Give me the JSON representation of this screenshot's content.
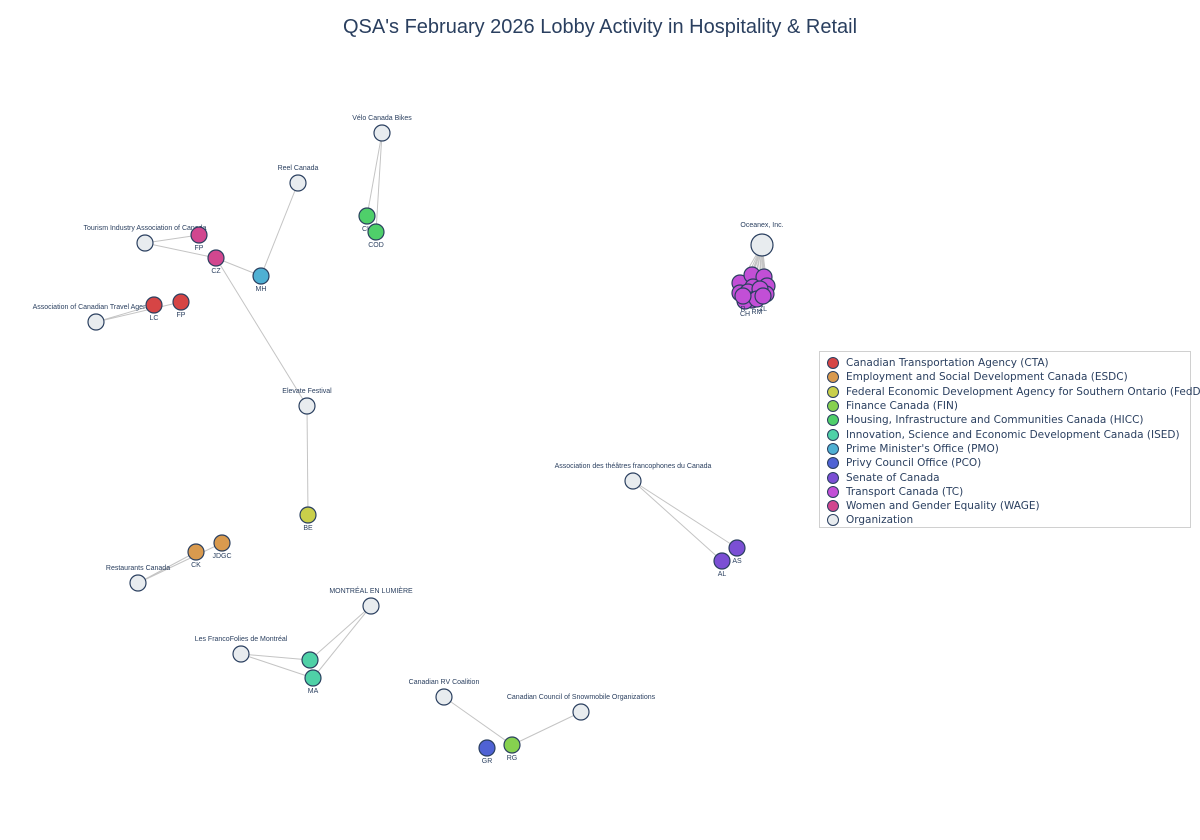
{
  "title": "QSA's February 2026 Lobby Activity in Hospitality & Retail",
  "legend": {
    "items": [
      {
        "label": "Canadian Transportation Agency (CTA)",
        "color": "#d64545"
      },
      {
        "label": "Employment and Social Development Canada (ESDC)",
        "color": "#d99a4e"
      },
      {
        "label": "Federal Economic Development Agency for Southern Ontario (FedDev)",
        "color": "#c9cf4a"
      },
      {
        "label": "Finance Canada (FIN)",
        "color": "#86d14f"
      },
      {
        "label": "Housing, Infrastructure and Communities Canada (HICC)",
        "color": "#4fcf6a"
      },
      {
        "label": "Innovation, Science and Economic Development Canada (ISED)",
        "color": "#4fd1a7"
      },
      {
        "label": "Prime Minister's Office (PMO)",
        "color": "#4fb0d3"
      },
      {
        "label": "Privy Council Office (PCO)",
        "color": "#4f62d4"
      },
      {
        "label": "Senate of Canada",
        "color": "#7b4fd4"
      },
      {
        "label": "Transport Canada (TC)",
        "color": "#c24fd6"
      },
      {
        "label": "Women and Gender Equality (WAGE)",
        "color": "#d1478f"
      },
      {
        "label": "Organization",
        "color": "#e8ecef"
      }
    ]
  },
  "graph": {
    "nodes": [
      {
        "id": "o_velo",
        "label": "Vélo Canada Bikes",
        "type": "Organization"
      },
      {
        "id": "o_reel",
        "label": "Reel Canada",
        "type": "Organization"
      },
      {
        "id": "o_tiac",
        "label": "Tourism Industry Association of Canada",
        "type": "Organization"
      },
      {
        "id": "o_actra",
        "label": "Association of Canadian Travel Agencies",
        "type": "Organization"
      },
      {
        "id": "o_elevate",
        "label": "Elevate Festival",
        "type": "Organization"
      },
      {
        "id": "o_oceanex",
        "label": "Oceanex, Inc.",
        "type": "Organization"
      },
      {
        "id": "o_atfc",
        "label": "Association des théâtres francophones du Canada",
        "type": "Organization"
      },
      {
        "id": "o_rest",
        "label": "Restaurants Canada",
        "type": "Organization"
      },
      {
        "id": "o_mtl",
        "label": "MONTRÉAL EN LUMIÈRE",
        "type": "Organization"
      },
      {
        "id": "o_franco",
        "label": "Les FrancoFolies de Montréal",
        "type": "Organization"
      },
      {
        "id": "o_rv",
        "label": "Canadian RV Coalition",
        "type": "Organization"
      },
      {
        "id": "o_snow",
        "label": "Canadian Council of Snowmobile Organizations",
        "type": "Organization"
      },
      {
        "id": "p_ch1",
        "label": "CH",
        "type": "Housing, Infrastructure and Communities Canada (HICC)"
      },
      {
        "id": "p_cod",
        "label": "COD",
        "type": "Housing, Infrastructure and Communities Canada (HICC)"
      },
      {
        "id": "p_fp1",
        "label": "FP",
        "type": "Women and Gender Equality (WAGE)"
      },
      {
        "id": "p_cz",
        "label": "CZ",
        "type": "Women and Gender Equality (WAGE)"
      },
      {
        "id": "p_mh",
        "label": "MH",
        "type": "Prime Minister's Office (PMO)"
      },
      {
        "id": "p_lc",
        "label": "LC",
        "type": "Canadian Transportation Agency (CTA)"
      },
      {
        "id": "p_fp2",
        "label": "FP",
        "type": "Canadian Transportation Agency (CTA)"
      },
      {
        "id": "p_be",
        "label": "BE",
        "type": "Federal Economic Development Agency for Southern Ontario (FedDev)"
      },
      {
        "id": "p_as",
        "label": "AS",
        "type": "Senate of Canada"
      },
      {
        "id": "p_al",
        "label": "AL",
        "type": "Senate of Canada"
      },
      {
        "id": "p_ck",
        "label": "CK",
        "type": "Employment and Social Development Canada (ESDC)"
      },
      {
        "id": "p_jdgc",
        "label": "JDGC",
        "type": "Employment and Social Development Canada (ESDC)"
      },
      {
        "id": "p_ised1",
        "label": "",
        "type": "Innovation, Science and Economic Development Canada (ISED)"
      },
      {
        "id": "p_ma",
        "label": "MA",
        "type": "Innovation, Science and Economic Development Canada (ISED)"
      },
      {
        "id": "p_gr",
        "label": "GR",
        "type": "Privy Council Office (PCO)"
      },
      {
        "id": "p_rg",
        "label": "RG",
        "type": "Finance Canada (FIN)"
      },
      {
        "id": "p_tc1",
        "label": "",
        "type": "Transport Canada (TC)"
      },
      {
        "id": "p_tc2",
        "label": "",
        "type": "Transport Canada (TC)"
      },
      {
        "id": "p_tc3",
        "label": "",
        "type": "Transport Canada (TC)"
      },
      {
        "id": "p_tc4",
        "label": "",
        "type": "Transport Canada (TC)"
      },
      {
        "id": "p_tc5",
        "label": "",
        "type": "Transport Canada (TC)"
      },
      {
        "id": "p_tc6",
        "label": "",
        "type": "Transport Canada (TC)"
      },
      {
        "id": "p_tc7",
        "label": "",
        "type": "Transport Canada (TC)"
      },
      {
        "id": "p_tc8",
        "label": "",
        "type": "Transport Canada (TC)"
      },
      {
        "id": "p_tc9",
        "label": "",
        "type": "Transport Canada (TC)"
      },
      {
        "id": "p_tc10",
        "label": "",
        "type": "Transport Canada (TC)"
      },
      {
        "id": "p_tc11",
        "label": "",
        "type": "Transport Canada (TC)"
      },
      {
        "id": "p_tc12",
        "label": "",
        "type": "Transport Canada (TC)"
      },
      {
        "id": "p_tc_ch",
        "label": "CH",
        "type": "Transport Canada (TC)"
      },
      {
        "id": "p_tc_rm",
        "label": "RM",
        "type": "Transport Canada (TC)"
      },
      {
        "id": "p_tc_zl",
        "label": "ZL",
        "type": "Transport Canada (TC)"
      },
      {
        "id": "p_tc_r",
        "label": "R",
        "type": "Transport Canada (TC)"
      }
    ],
    "edges": [
      [
        "o_velo",
        "p_ch1"
      ],
      [
        "o_velo",
        "p_cod"
      ],
      [
        "o_tiac",
        "p_fp1"
      ],
      [
        "o_tiac",
        "p_cz"
      ],
      [
        "p_cz",
        "p_mh"
      ],
      [
        "o_reel",
        "p_mh"
      ],
      [
        "o_actra",
        "p_lc"
      ],
      [
        "o_actra",
        "p_fp2"
      ],
      [
        "p_cz",
        "o_elevate"
      ],
      [
        "o_elevate",
        "p_be"
      ],
      [
        "o_atfc",
        "p_as"
      ],
      [
        "o_atfc",
        "p_al"
      ],
      [
        "o_rest",
        "p_ck"
      ],
      [
        "o_rest",
        "p_jdgc"
      ],
      [
        "o_mtl",
        "p_ised1"
      ],
      [
        "o_mtl",
        "p_ma"
      ],
      [
        "o_franco",
        "p_ised1"
      ],
      [
        "o_franco",
        "p_ma"
      ],
      [
        "o_rv",
        "p_rg"
      ],
      [
        "o_snow",
        "p_rg"
      ],
      [
        "o_oceanex",
        "p_tc1"
      ],
      [
        "o_oceanex",
        "p_tc2"
      ],
      [
        "o_oceanex",
        "p_tc3"
      ],
      [
        "o_oceanex",
        "p_tc4"
      ],
      [
        "o_oceanex",
        "p_tc5"
      ],
      [
        "o_oceanex",
        "p_tc6"
      ],
      [
        "o_oceanex",
        "p_tc7"
      ],
      [
        "o_oceanex",
        "p_tc8"
      ],
      [
        "o_oceanex",
        "p_tc9"
      ],
      [
        "o_oceanex",
        "p_tc10"
      ],
      [
        "o_oceanex",
        "p_tc11"
      ],
      [
        "o_oceanex",
        "p_tc12"
      ],
      [
        "o_oceanex",
        "p_tc_ch"
      ],
      [
        "o_oceanex",
        "p_tc_rm"
      ],
      [
        "o_oceanex",
        "p_tc_zl"
      ],
      [
        "o_oceanex",
        "p_tc_r"
      ]
    ]
  }
}
